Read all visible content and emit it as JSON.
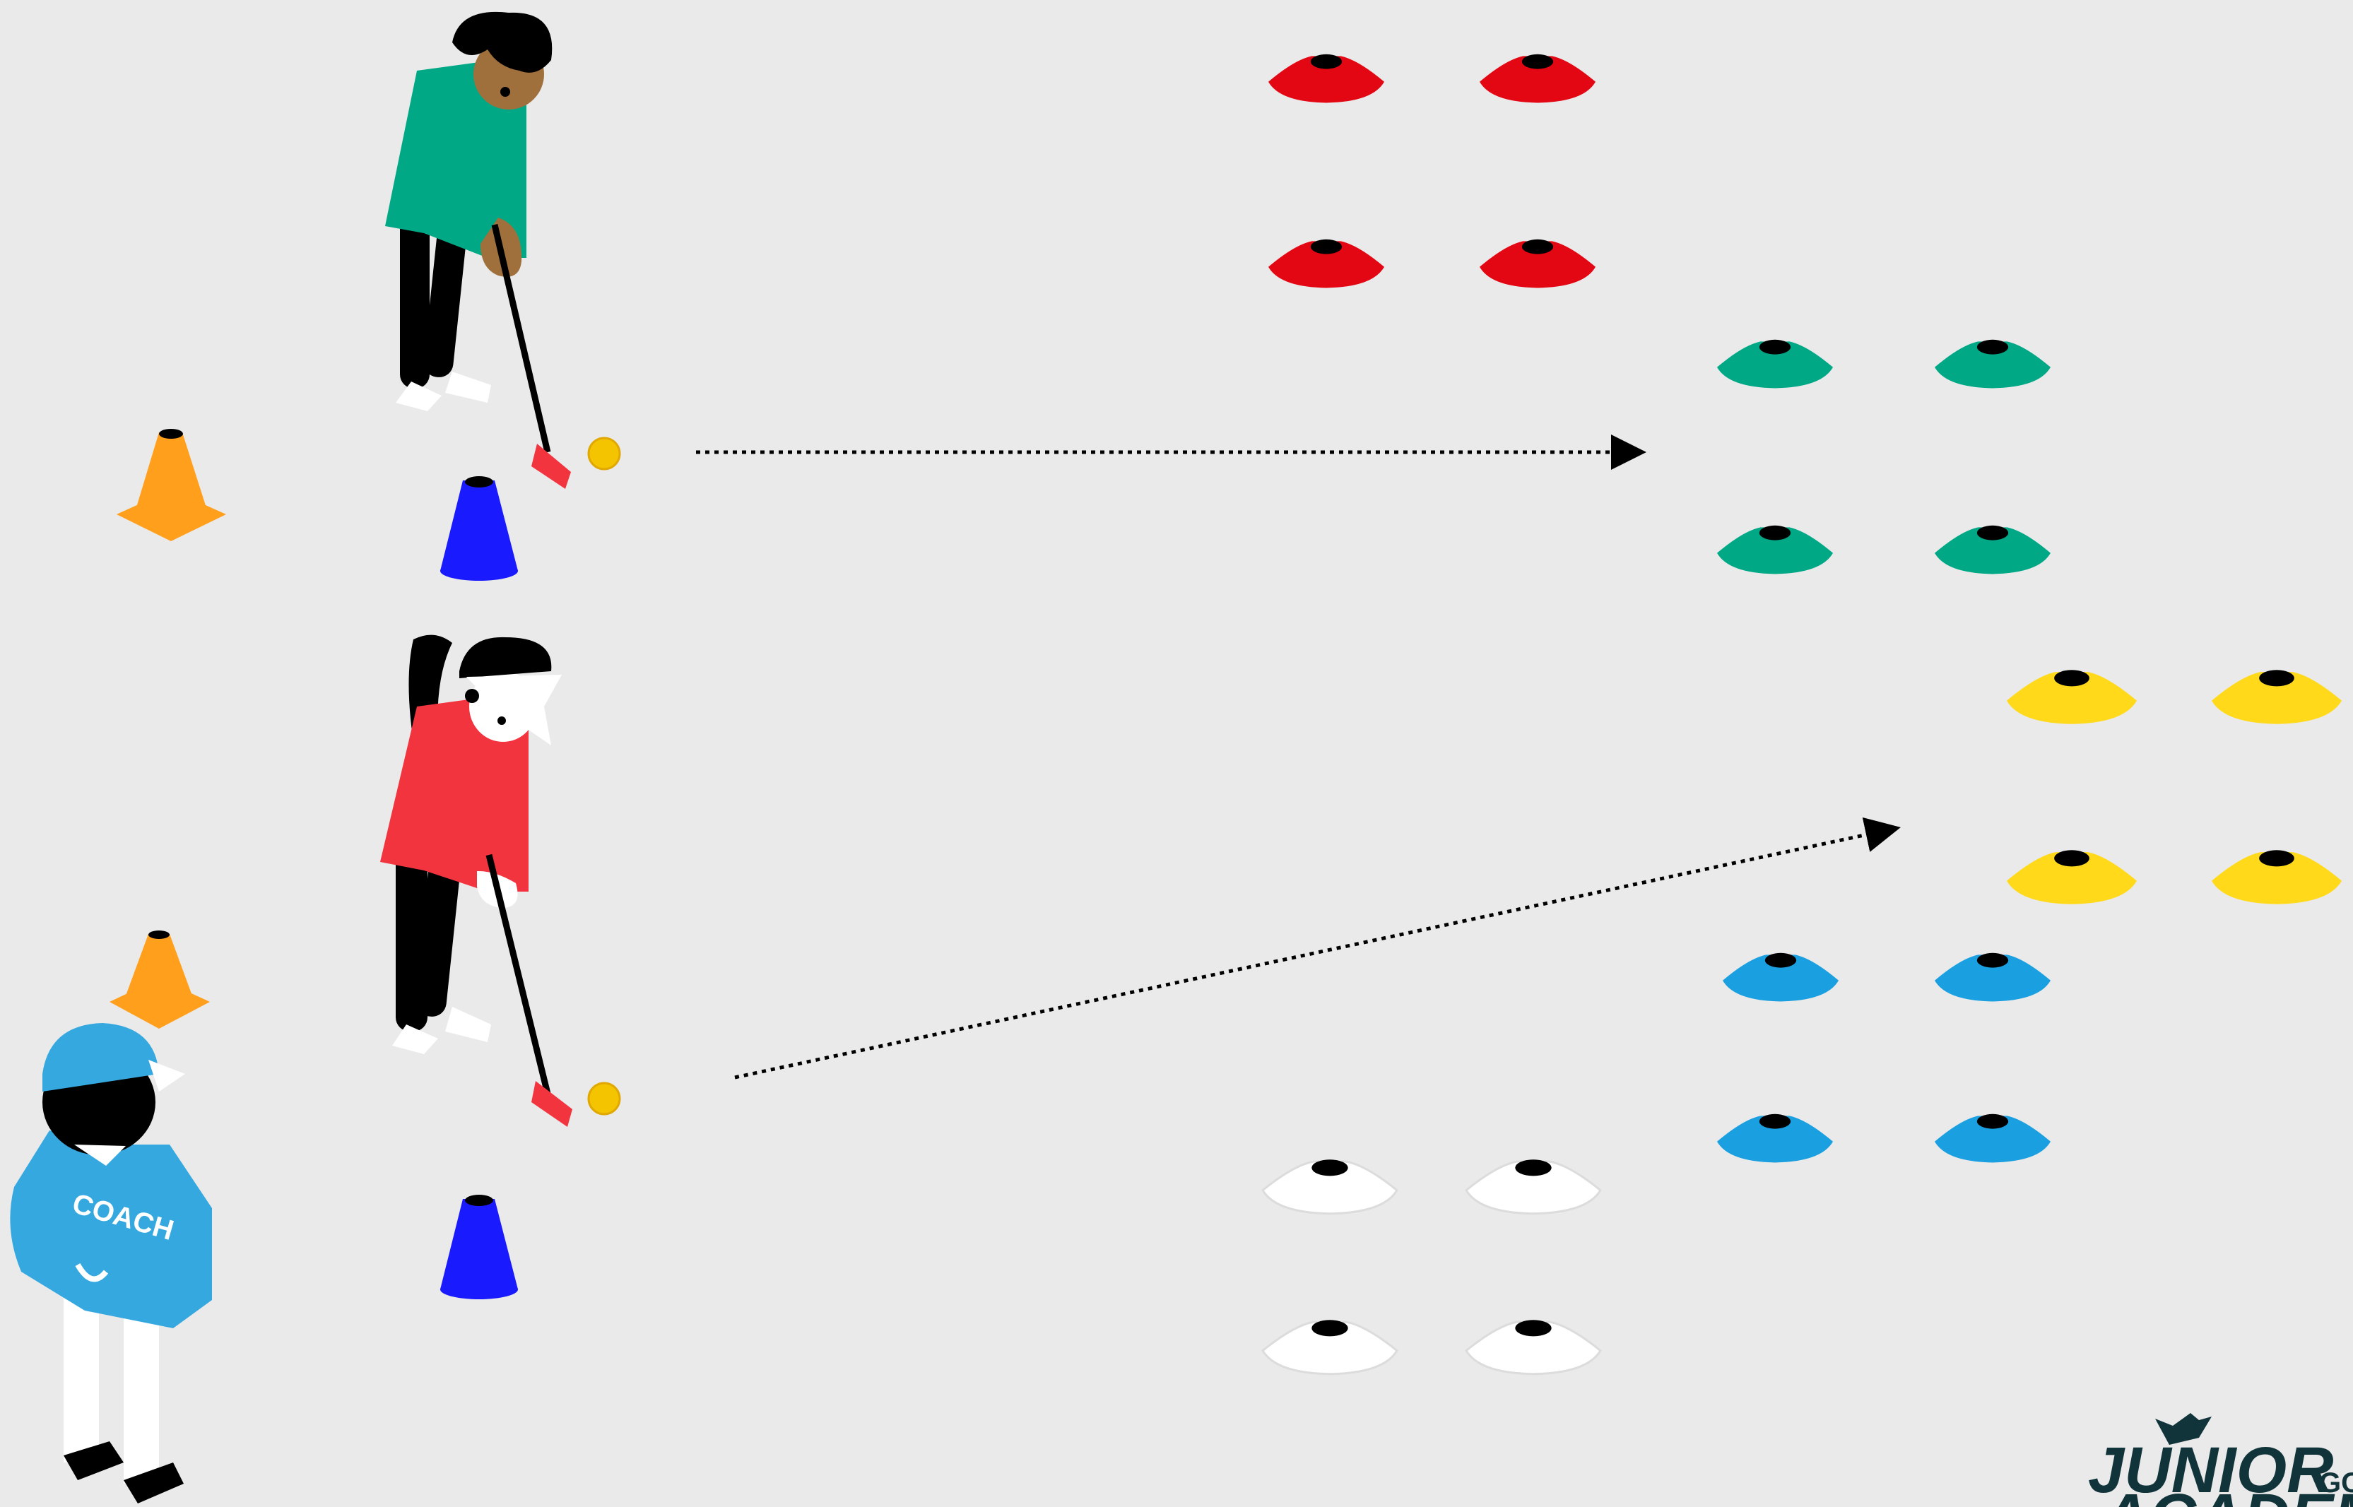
{
  "drill": {
    "coach_shirt_text": "COACH",
    "players": [
      {
        "name": "boy-golfer",
        "shirt_color": "#00a886",
        "skin_color": "#a0703c",
        "club_head_color": "#f2343f",
        "ball_color": "#f5c400"
      },
      {
        "name": "girl-golfer",
        "shirt_color": "#f2343f",
        "skin_color": "#ffffff",
        "club_head_color": "#f2343f",
        "ball_color": "#f5c400"
      }
    ],
    "cone_colors": {
      "orange_cone": "#ff9f1c",
      "blue_cone": "#1a1aff",
      "red_disc": "#e30613",
      "green_disc": "#00a886",
      "yellow_disc": "#ffd91a",
      "blue_disc": "#1a9fe0",
      "white_disc": "#ffffff"
    },
    "target_zones": [
      {
        "name": "red-target-zone",
        "color": "#e30613",
        "count": 4
      },
      {
        "name": "green-target-zone",
        "color": "#00a886",
        "count": 4
      },
      {
        "name": "yellow-target-zone",
        "color": "#ffd91a",
        "count": 4
      },
      {
        "name": "blue-target-zone",
        "color": "#1a9fe0",
        "count": 4
      },
      {
        "name": "white-target-zone",
        "color": "#ffffff",
        "count": 4
      }
    ],
    "putt_paths": [
      {
        "from": "boy-golfer",
        "to": "green-target-zone"
      },
      {
        "from": "girl-golfer",
        "to": "yellow-target-zone"
      }
    ]
  },
  "logo": {
    "text": "JUNIOR",
    "small_text": "GOL",
    "second_line": "ACADEMY",
    "colors": {
      "primary": "#11343a"
    }
  }
}
